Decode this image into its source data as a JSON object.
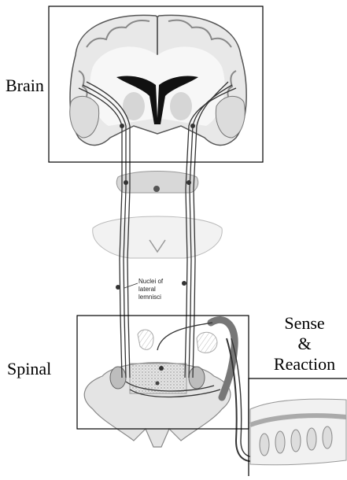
{
  "labels": {
    "brain": "Brain",
    "spinal": "Spinal",
    "sense_line1": "Sense",
    "sense_line2": "&",
    "sense_line3": "Reaction",
    "nuclei_line1": "Nuclei of",
    "nuclei_line2": "lateral",
    "nuclei_line3": "lemnisci"
  },
  "colors": {
    "tissue_light": "#eeeeee",
    "tissue_mid": "#cfcfcf",
    "tissue_dark": "#9a9a9a",
    "ventricle": "#111111",
    "tract": "#333333",
    "frame": "#000000"
  }
}
